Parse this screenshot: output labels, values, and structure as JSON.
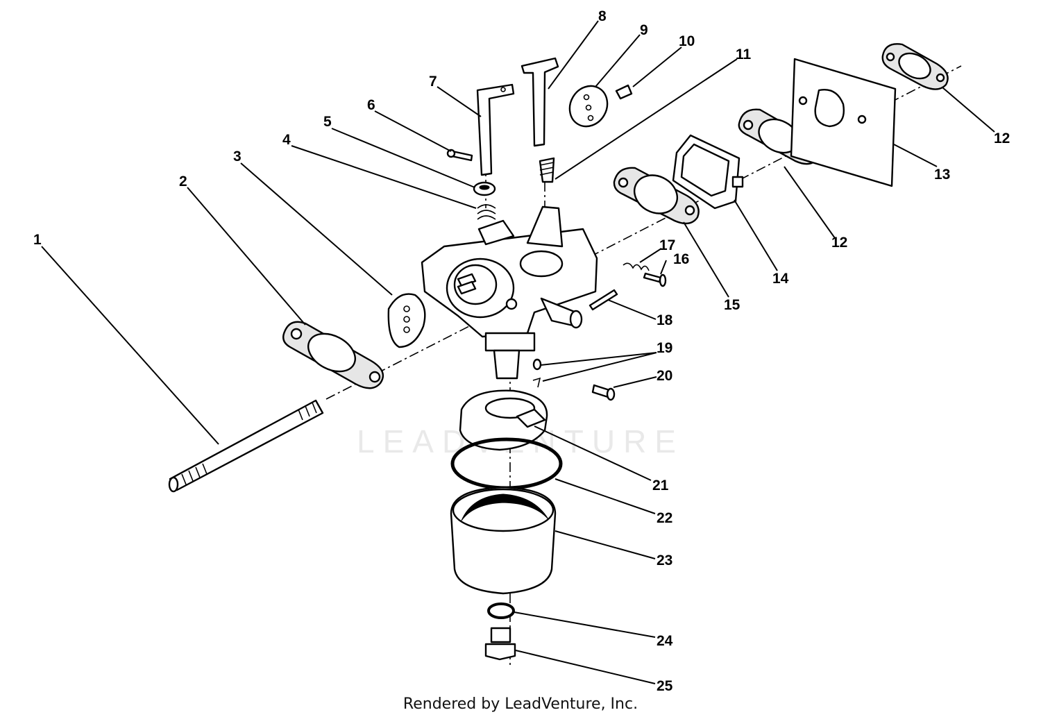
{
  "callouts": [
    {
      "id": "1",
      "label": "1"
    },
    {
      "id": "2",
      "label": "2"
    },
    {
      "id": "3",
      "label": "3"
    },
    {
      "id": "4",
      "label": "4"
    },
    {
      "id": "5",
      "label": "5"
    },
    {
      "id": "6",
      "label": "6"
    },
    {
      "id": "7",
      "label": "7"
    },
    {
      "id": "8",
      "label": "8"
    },
    {
      "id": "9",
      "label": "9"
    },
    {
      "id": "10",
      "label": "10"
    },
    {
      "id": "11",
      "label": "11"
    },
    {
      "id": "12a",
      "label": "12"
    },
    {
      "id": "12b",
      "label": "12"
    },
    {
      "id": "13",
      "label": "13"
    },
    {
      "id": "14",
      "label": "14"
    },
    {
      "id": "15",
      "label": "15"
    },
    {
      "id": "16",
      "label": "16"
    },
    {
      "id": "17",
      "label": "17"
    },
    {
      "id": "18",
      "label": "18"
    },
    {
      "id": "19",
      "label": "19"
    },
    {
      "id": "20",
      "label": "20"
    },
    {
      "id": "21",
      "label": "21"
    },
    {
      "id": "22",
      "label": "22"
    },
    {
      "id": "23",
      "label": "23"
    },
    {
      "id": "24",
      "label": "24"
    },
    {
      "id": "25",
      "label": "25"
    }
  ],
  "watermark": "LEADVENTURE",
  "credit": "Rendered by LeadVenture, Inc."
}
